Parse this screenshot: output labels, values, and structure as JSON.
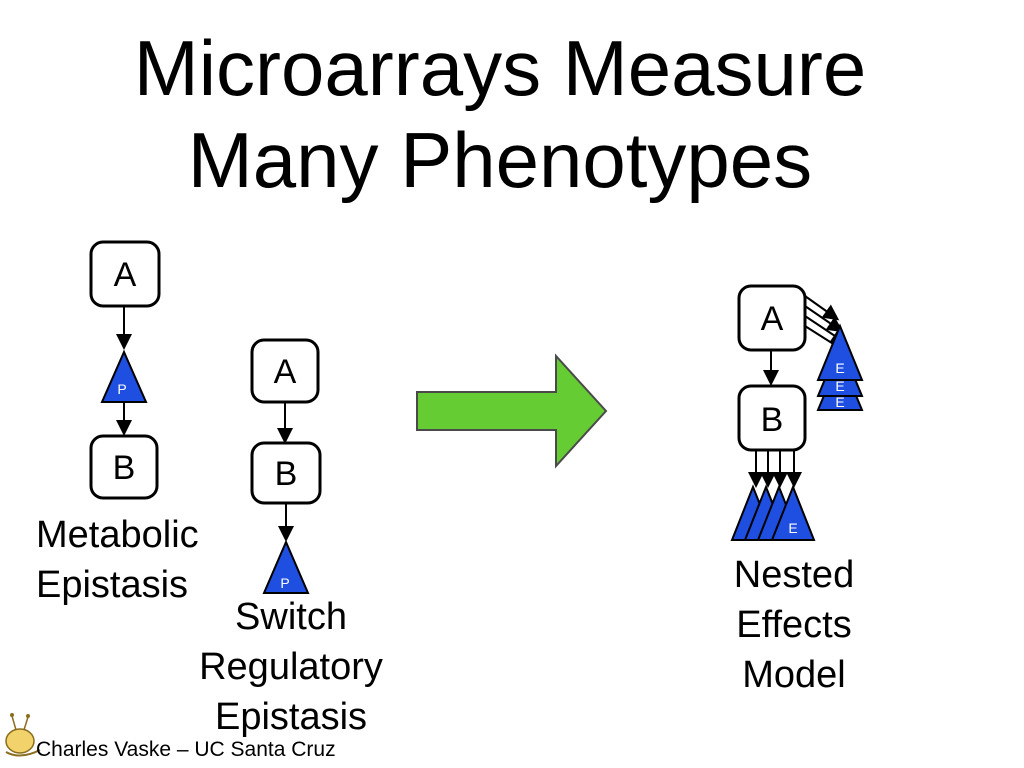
{
  "title": {
    "line1": "Microarrays Measure",
    "line2": "Many Phenotypes"
  },
  "left_diagram": {
    "box_top": "A",
    "triangle": "P",
    "box_bottom": "B",
    "caption_line1": "Metabolic",
    "caption_line2": "Epistasis"
  },
  "middle_diagram": {
    "box_top": "A",
    "box_bottom": "B",
    "triangle": "P",
    "caption_line1": "Switch",
    "caption_line2": "Regulatory",
    "caption_line3": "Epistasis"
  },
  "right_diagram": {
    "box_top": "A",
    "box_bottom": "B",
    "effects_top": [
      "E",
      "E",
      "E"
    ],
    "effects_bottom": [
      "",
      "",
      "",
      "E"
    ],
    "caption_line1": "Nested",
    "caption_line2": "Effects",
    "caption_line3": "Model"
  },
  "colors": {
    "arrow_fill": "#66cc33",
    "triangle_fill": "#1f4fe0"
  },
  "footer": "Charles Vaske – UC Santa Cruz"
}
